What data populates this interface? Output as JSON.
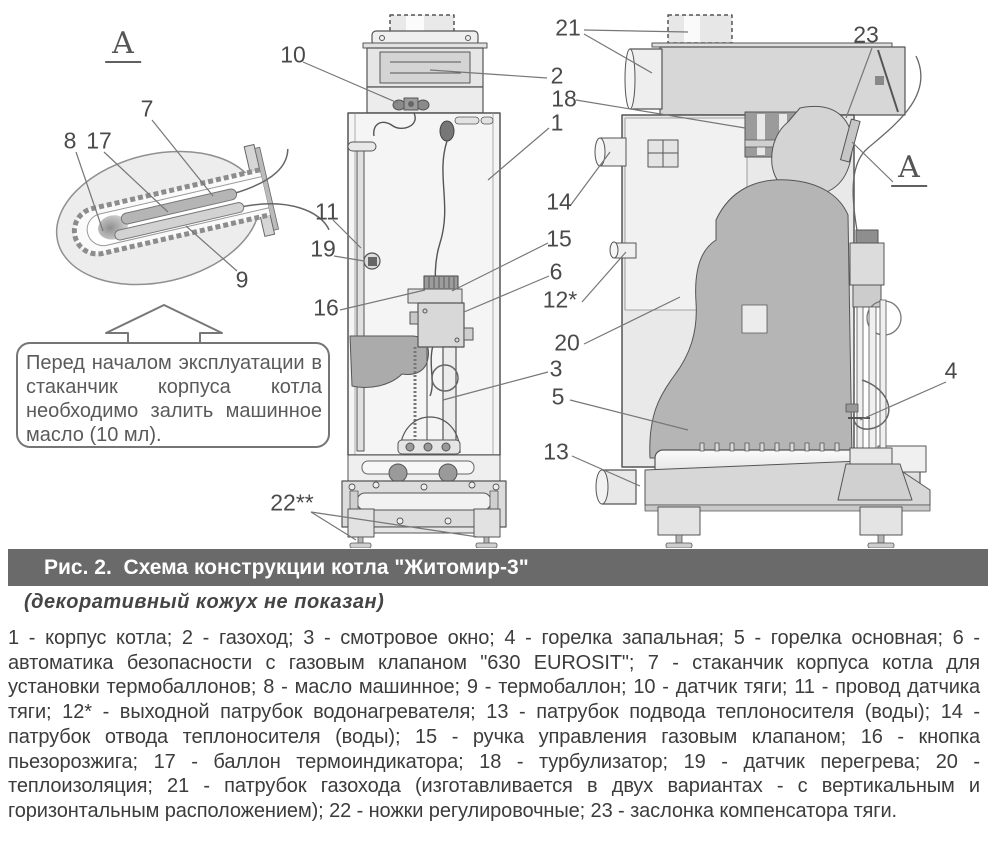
{
  "figure": {
    "caption": "Рис. 2.  Схема конструкции котла \"Житомир-3\"",
    "subcaption": "(декоративный кожух не показан)",
    "note": "Перед началом эксплуатации в стаканчик корпуса котла необходимо залить машинное масло (10 мл).",
    "legend": "1 - корпус котла; 2 - газоход; 3 - смотровое окно; 4 - горелка запальная; 5 - горелка основная; 6 - автоматика безопасности с газовым клапаном \"630 EUROSIT\"; 7 - стаканчик корпуса котла для установки термобаллонов; 8 - масло машинное; 9 - термобаллон; 10 - датчик тяги; 11 - провод датчика тяги; 12* - выходной патрубок водонагревателя; 13 - патрубок подвода теплоносителя (воды); 14 - патрубок отвода теплоносителя (воды); 15 - ручка управления газовым клапаном; 16 - кнопка пьезорозжига; 17 - баллон термоиндикатора; 18 - турбулизатор; 19 - датчик перегрева; 20 - теплоизоляция; 21 - патрубок газохода (изготавливается в двух вариантах - с вертикальным и горизонтальным расположением); 22 - ножки регулировочные; 23 - заслонка компенсатора тяги."
  },
  "callouts": {
    "n1": "1",
    "n2": "2",
    "n3": "3",
    "n4": "4",
    "n5": "5",
    "n6": "6",
    "n7": "7",
    "n8": "8",
    "n9": "9",
    "n10": "10",
    "n11": "11",
    "n12": "12*",
    "n13": "13",
    "n14": "14",
    "n15": "15",
    "n16": "16",
    "n17": "17",
    "n18": "18",
    "n19": "19",
    "n20": "20",
    "n21": "21",
    "n22": "22**",
    "n23": "23",
    "detail_a": "A",
    "ref_a": "A"
  },
  "colors": {
    "caption_bar": "#6a6a6a",
    "caption_text": "#ffffff",
    "outline": "#555555",
    "leader_line": "#777777",
    "label_text": "#4a4a4a"
  }
}
